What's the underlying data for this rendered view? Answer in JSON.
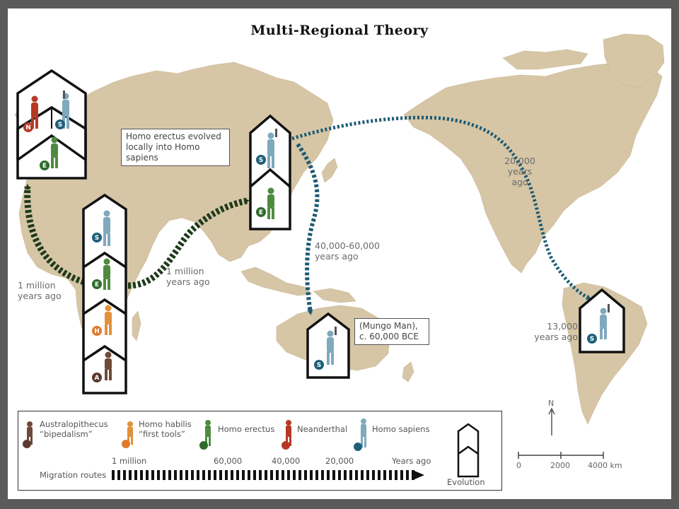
{
  "title": "Multi-Regional Theory",
  "callouts": {
    "erectus": "Homo erectus evolved locally into Homo sapiens",
    "mungo": "(Mungo Man), c. 60,000 BCE"
  },
  "route_labels": {
    "africa_1m": "1 million years ago",
    "asia_1m": "1 million years ago",
    "australia": "40,000-60,000 years ago",
    "americas_20k": "20,000 years ago",
    "south_america_13k": "13,000 years ago"
  },
  "species": {
    "A": {
      "name": "Australopithecus",
      "note": "“bipedalism”",
      "letter": "A",
      "color": "#5a3a2e"
    },
    "H": {
      "name": "Homo habilis",
      "note": "“first tools”",
      "letter": "H",
      "color": "#e07a2a"
    },
    "E": {
      "name": "Homo erectus",
      "letter": "E",
      "color": "#2f6b2c"
    },
    "N": {
      "name": "Neanderthal",
      "letter": "N",
      "color": "#b53a26"
    },
    "S": {
      "name": "Homo sapiens",
      "letter": "S",
      "color": "#1f5f7a"
    }
  },
  "legend": {
    "migration_label": "Migration routes",
    "timeline_ticks": [
      "1 million",
      "60,000",
      "40,000",
      "20,000",
      "Years ago"
    ],
    "evolution_label": "Evolution"
  },
  "compass": {
    "north": "N"
  },
  "scale": {
    "ticks": [
      "0",
      "2000",
      "4000 km"
    ]
  },
  "colors": {
    "land": "#d6c6a6",
    "ocean": "#ffffff",
    "erectus_route": "#1f3a1c",
    "sapiens_route": "#1c5a74"
  }
}
